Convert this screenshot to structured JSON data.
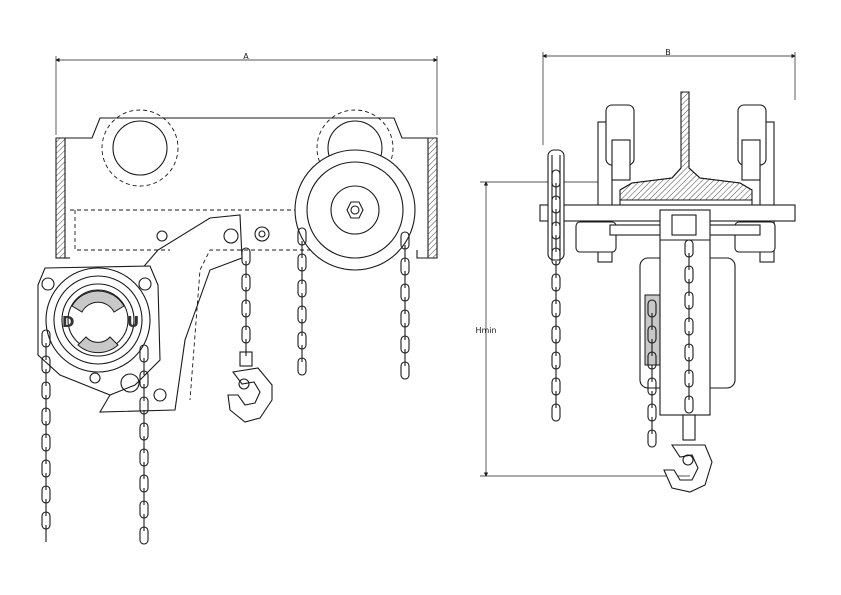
{
  "dimensions": {
    "width_label": "A",
    "side_width_label": "B",
    "height_label": "Hmin"
  },
  "hand_wheel": {
    "down_mark": "D",
    "up_mark": "U"
  }
}
